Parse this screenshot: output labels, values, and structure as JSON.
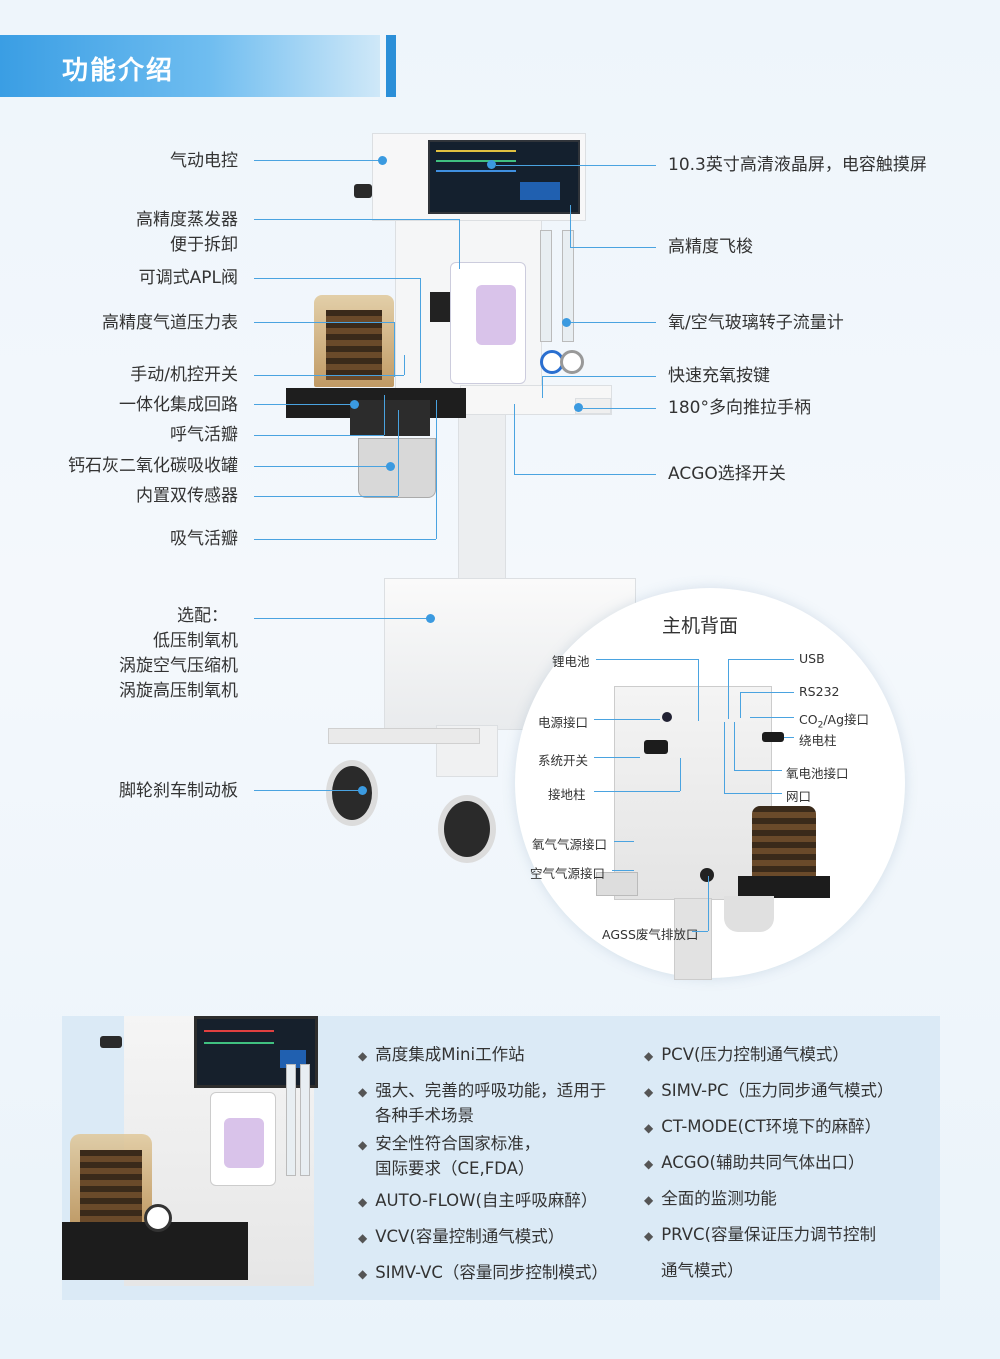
{
  "header": {
    "title": "功能介绍"
  },
  "left_labels": [
    {
      "text": "气动电控"
    },
    {
      "text": "高精度蒸发器"
    },
    {
      "text": "便于拆卸"
    },
    {
      "text": "可调式APL阀"
    },
    {
      "text": "高精度气道压力表"
    },
    {
      "text": "手动/机控开关"
    },
    {
      "text": "一体化集成回路"
    },
    {
      "text": "呼气活瓣"
    },
    {
      "text": "钙石灰二氧化碳吸收罐"
    },
    {
      "text": "内置双传感器"
    },
    {
      "text": "吸气活瓣"
    },
    {
      "text": "选配："
    },
    {
      "text": "低压制氧机"
    },
    {
      "text": "涡旋空气压缩机"
    },
    {
      "text": "涡旋高压制氧机"
    },
    {
      "text": "脚轮刹车制动板"
    }
  ],
  "right_labels": [
    {
      "text": "10.3英寸高清液晶屏，电容触摸屏"
    },
    {
      "text": "高精度飞梭"
    },
    {
      "text": "氧/空气玻璃转子流量计"
    },
    {
      "text": "快速充氧按键"
    },
    {
      "text": "180°多向推拉手柄"
    },
    {
      "text": "ACGO选择开关"
    }
  ],
  "rear": {
    "title": "主机背面",
    "labels": [
      {
        "text": "锂电池"
      },
      {
        "text": "USB"
      },
      {
        "text": "RS232"
      },
      {
        "text": "电源接口"
      },
      {
        "text": "CO"
      },
      {
        "text": "2"
      },
      {
        "text": "/Ag接口"
      },
      {
        "text": "绕电柱"
      },
      {
        "text": "系统开关"
      },
      {
        "text": "氧电池接口"
      },
      {
        "text": "接地柱"
      },
      {
        "text": "网口"
      },
      {
        "text": "氧气气源接口"
      },
      {
        "text": "空气气源接口"
      },
      {
        "text": "AGSS废气排放口"
      }
    ]
  },
  "features_left": [
    [
      "高度集成Mini工作站"
    ],
    [
      "强大、完善的呼吸功能，适用于",
      "各种手术场景"
    ],
    [
      "安全性符合国家标准，",
      "国际要求（CE,FDA）"
    ],
    [
      "AUTO-FLOW(自主呼吸麻醉）"
    ],
    [
      "VCV(容量控制通气模式）"
    ],
    [
      "SIMV-VC（容量同步控制模式）"
    ]
  ],
  "features_right": [
    [
      "PCV(压力控制通气模式）"
    ],
    [
      "SIMV-PC（压力同步通气模式）"
    ],
    [
      "CT-MODE(CT环境下的麻醉）"
    ],
    [
      "ACGO(辅助共同气体出口）"
    ],
    [
      "全面的监测功能"
    ],
    [
      "PRVC(容量保证压力调节控制",
      "通气模式）"
    ]
  ],
  "colors": {
    "accent": "#3b9ae0",
    "banner_start": "#3a9ee4",
    "panel": "#dbeaf6"
  }
}
